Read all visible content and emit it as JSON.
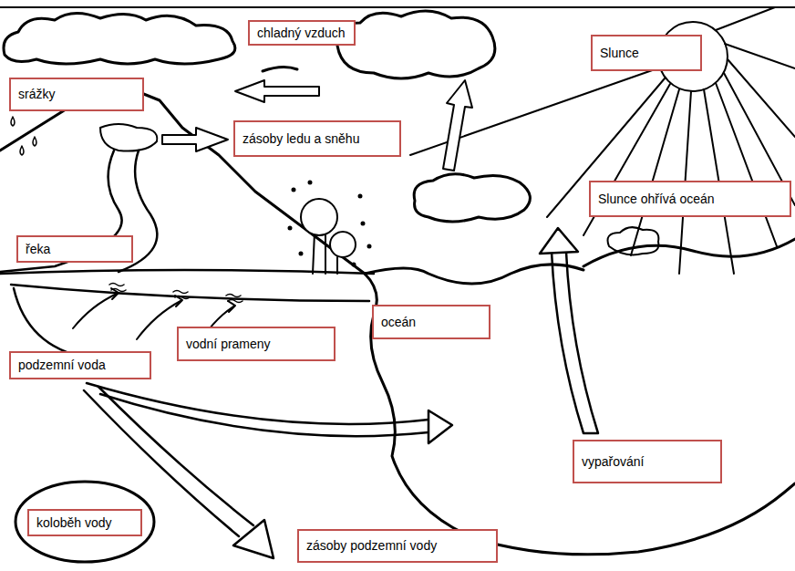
{
  "diagram": {
    "nodes": [
      {
        "text": [
          "chladný vzduch"
        ]
      },
      {
        "text": [
          "Slunce"
        ]
      },
      {
        "text": [
          "srážky"
        ]
      },
      {
        "text": [
          "zásoby ledu a sněhu"
        ]
      },
      {
        "text": [
          "Slunce ohřívá oceán"
        ]
      },
      {
        "text": [
          "řeka"
        ]
      },
      {
        "text": [
          "oceán"
        ]
      },
      {
        "text": [
          "vodní prameny"
        ]
      },
      {
        "text": [
          "podzemní voda"
        ]
      },
      {
        "text": [
          "vypařování"
        ]
      },
      {
        "text": [
          "koloběh vody"
        ]
      },
      {
        "text": [
          "zásoby podzemní vody"
        ]
      }
    ]
  }
}
